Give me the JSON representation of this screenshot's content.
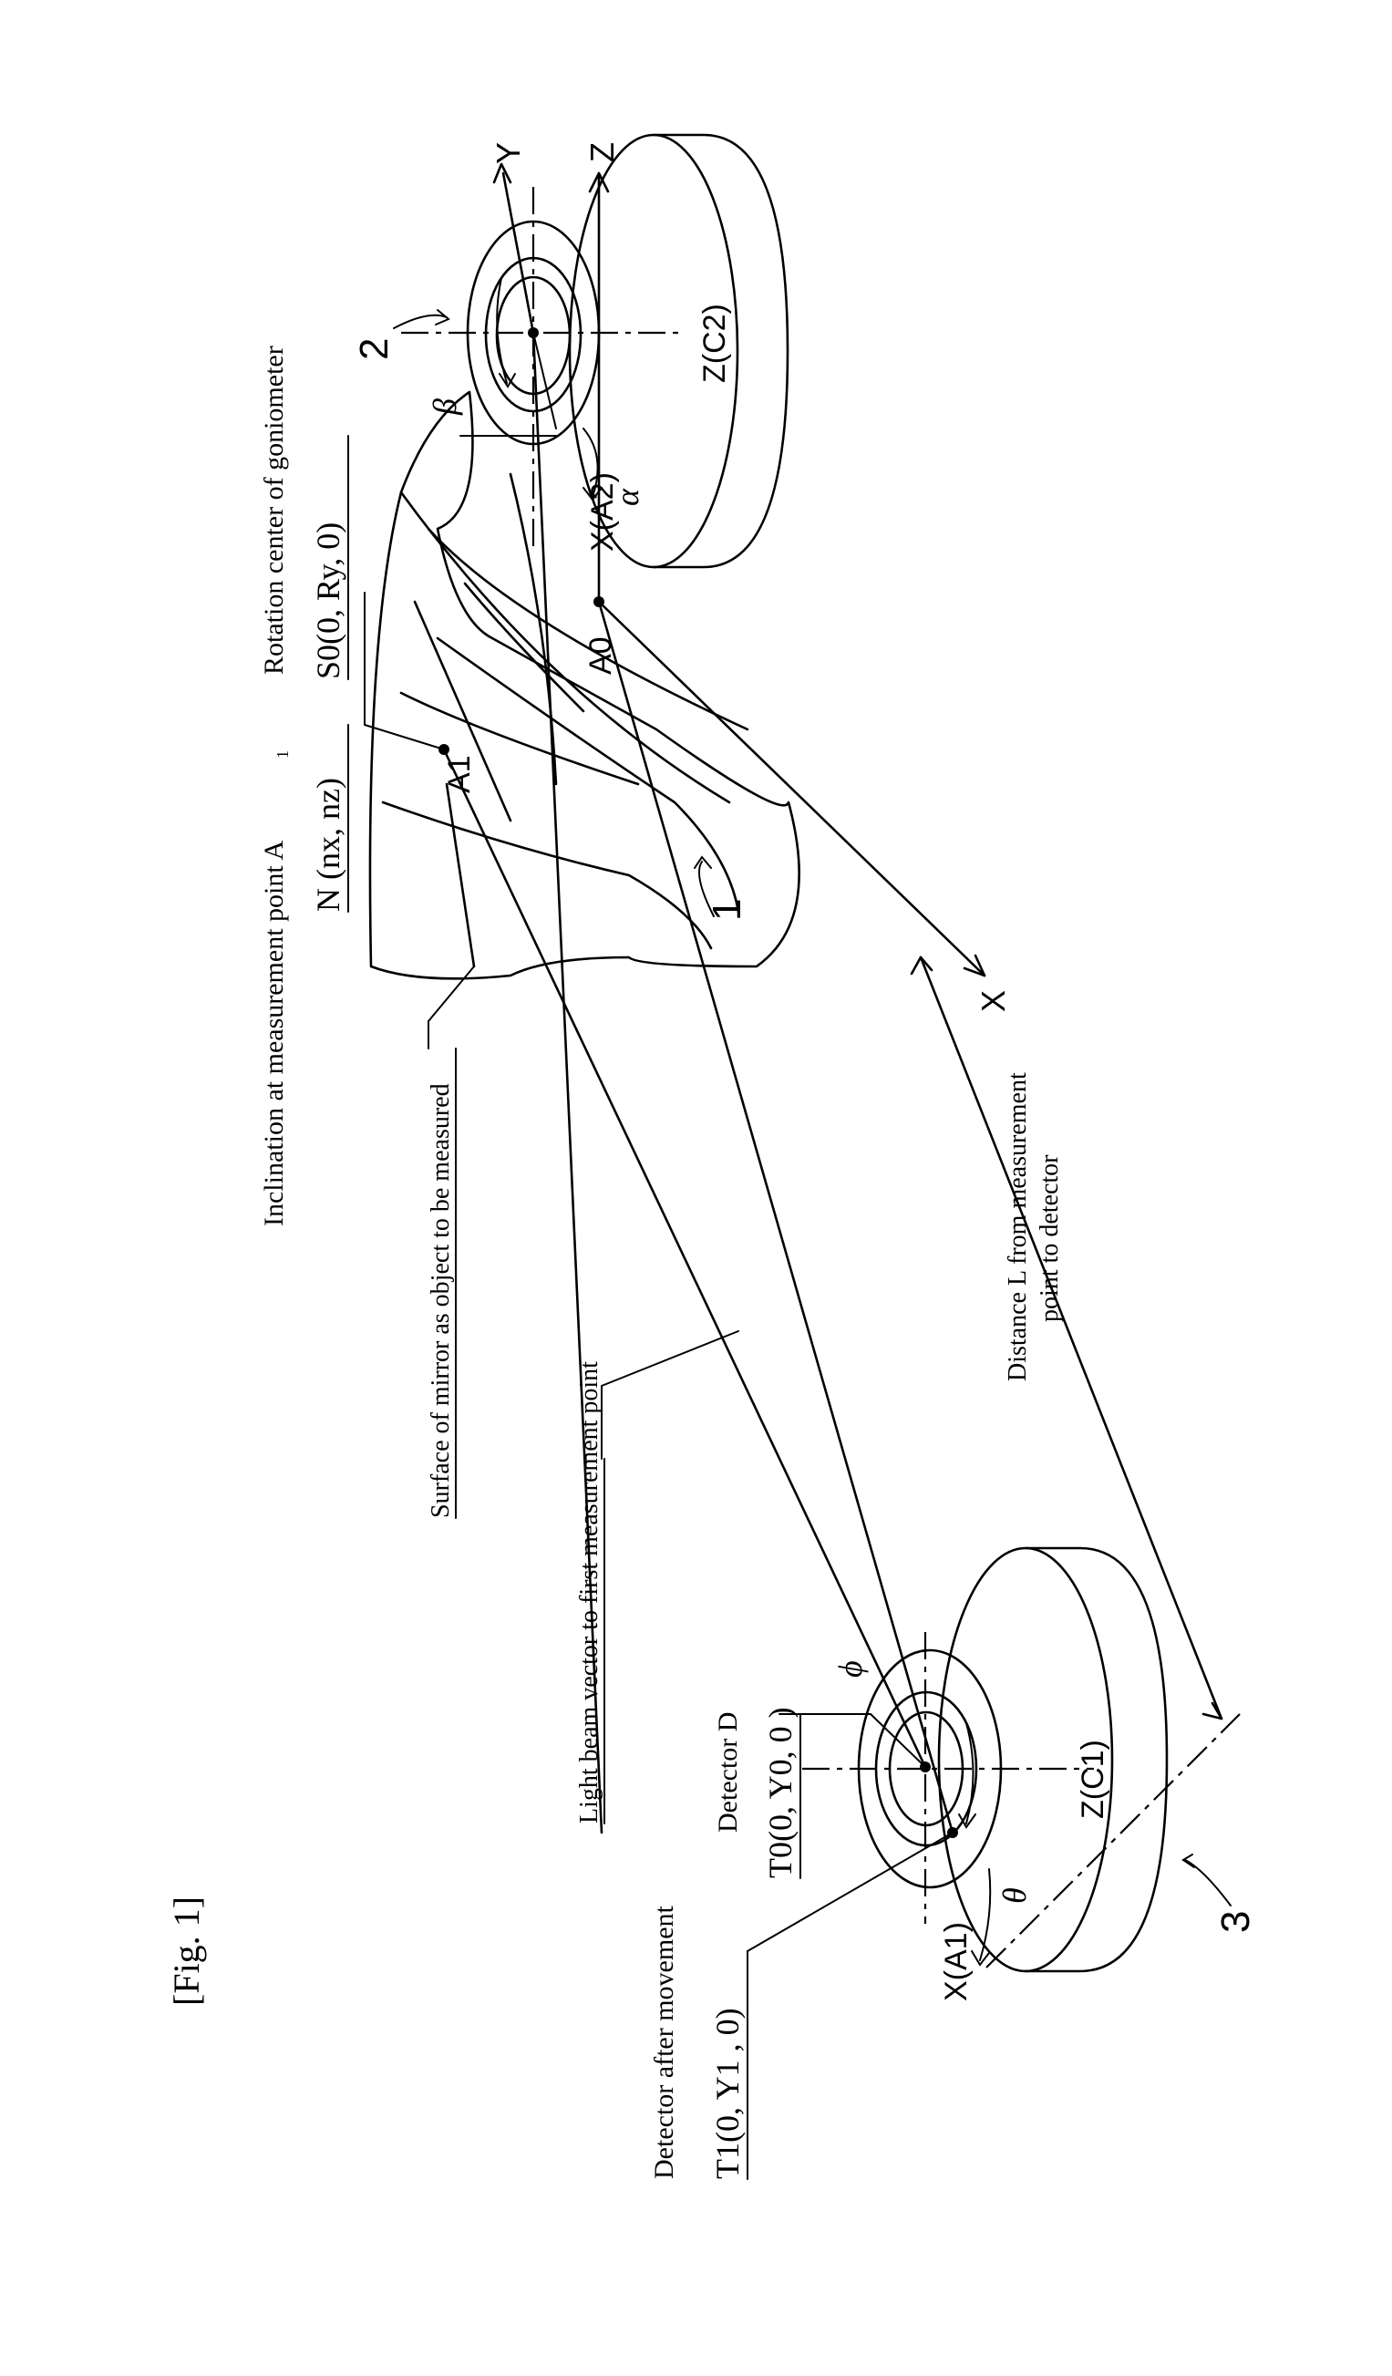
{
  "figure": {
    "title": "[Fig. 1]"
  },
  "labels": {
    "inclination": "Inclination at measurement point A",
    "inclination_sub": "1",
    "normal_vector": "N (nx, nz)",
    "surface": "Surface of mirror as object to be measured",
    "beam": "Light beam vector to first measurement point",
    "distance_line1": "Distance L from measurement",
    "distance_line2": "point to detector",
    "goniometer": "Rotation center of goniometer",
    "s0": "S0(0, Ry, 0)",
    "detector": "Detector D",
    "t0": "T0(0, Y0, 0 )",
    "detector_moved": "Detector after movement",
    "t1": "T1(0, Y1 , 0)"
  },
  "axes": {
    "z": "Z",
    "x": "X",
    "y": "Y",
    "z_c2": "Z(C2)",
    "x_a2": "X(A2)",
    "z_c1": "Z(C1)",
    "x_a1": "X(A1)"
  },
  "points": {
    "a0": "A0",
    "a1": "A1"
  },
  "greek": {
    "alpha": "α",
    "beta": "β",
    "phi": "ϕ",
    "theta": "θ"
  },
  "refs": {
    "mirror": "1",
    "goniometer": "2",
    "detector_stage": "3"
  }
}
